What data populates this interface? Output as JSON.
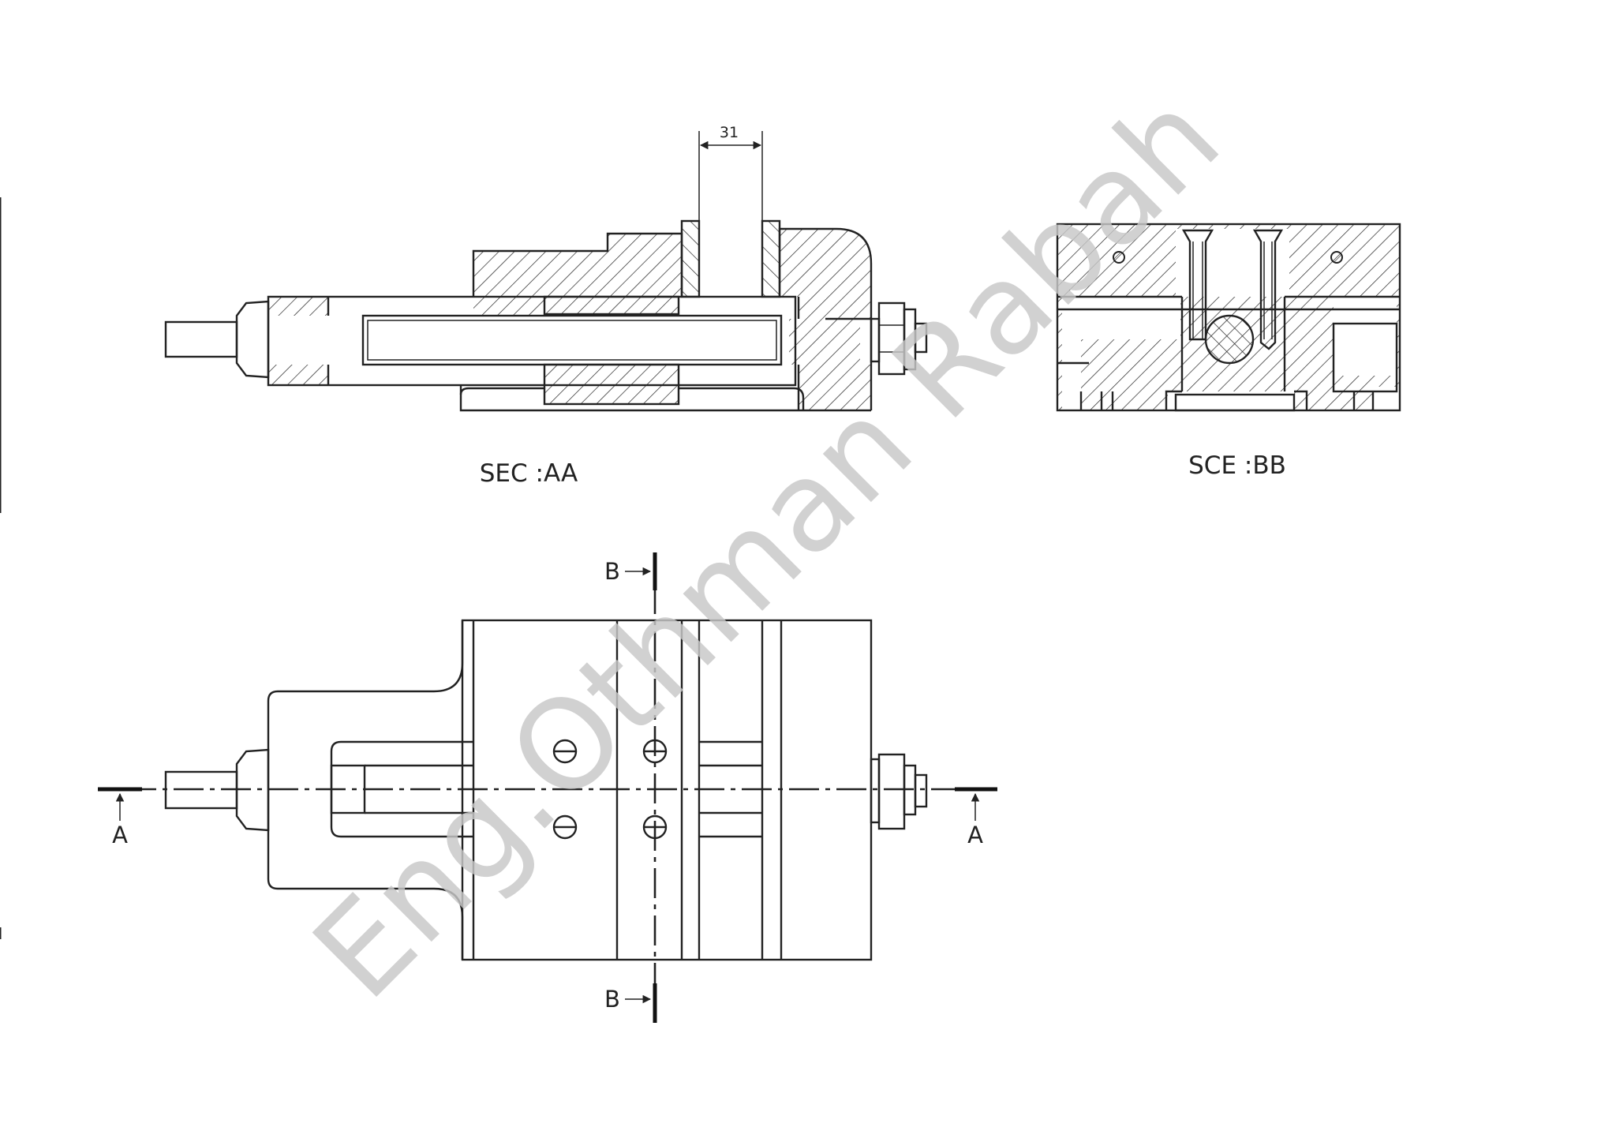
{
  "labels": {
    "dimension_31": "31",
    "section_aa_title": "SEC :AA",
    "section_bb_title": "SCE :BB",
    "cut_b_top": "B",
    "cut_b_bottom": "B",
    "cut_a_left": "A",
    "cut_a_right": "A"
  },
  "watermark": {
    "text": "Eng.Othman Rabah",
    "color": "#c8c8c8"
  },
  "colors": {
    "line": "#222222",
    "background": "#ffffff"
  }
}
